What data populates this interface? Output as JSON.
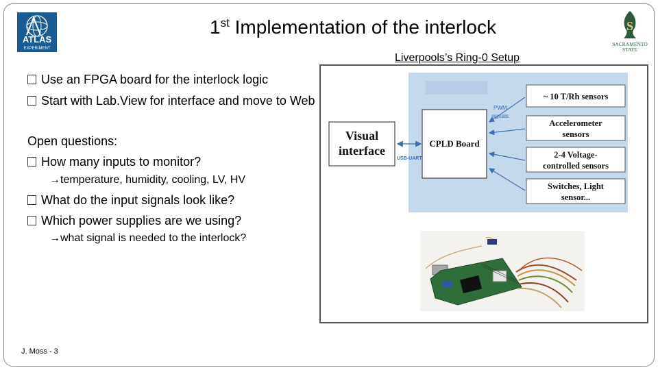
{
  "slide": {
    "title_ordinal": "1",
    "title_suffix": "st",
    "title_rest": " Implementation of the interlock",
    "footer": "J. Moss - 3"
  },
  "logos": {
    "left": "ATLAS EXPERIMENT",
    "right": "SACRAMENTO STATE"
  },
  "figure": {
    "caption": "Liverpools’s Ring-0 Setup",
    "visual_interface": "Visual interface",
    "board": "CPLD Board",
    "usb_label": "USB-UART",
    "pwm_label": "PWM signals",
    "sensors": [
      "~ 10 T/Rh sensors",
      "Accelerometer sensors",
      "2-4 Voltage-controlled sensors",
      "Switches, Light sensor..."
    ]
  },
  "bullets": {
    "b1": "Use an FPGA board for the interlock logic",
    "b2": "Start with Lab.View for interface and move to Web",
    "open_questions": "Open questions:",
    "q1": "How many inputs to monitor?",
    "q1_sub": "temperature, humidity, cooling, LV, HV",
    "q2": "What do the input signals look like?",
    "q3": "Which power supplies are we using?",
    "q3_sub": "what signal is needed to the interlock?"
  },
  "colors": {
    "diagram_bg": "#c5d9ec",
    "pcb_green": "#2f6e3a",
    "sac_green": "#2d5a3a",
    "atlas_blue": "#1a5b94"
  }
}
